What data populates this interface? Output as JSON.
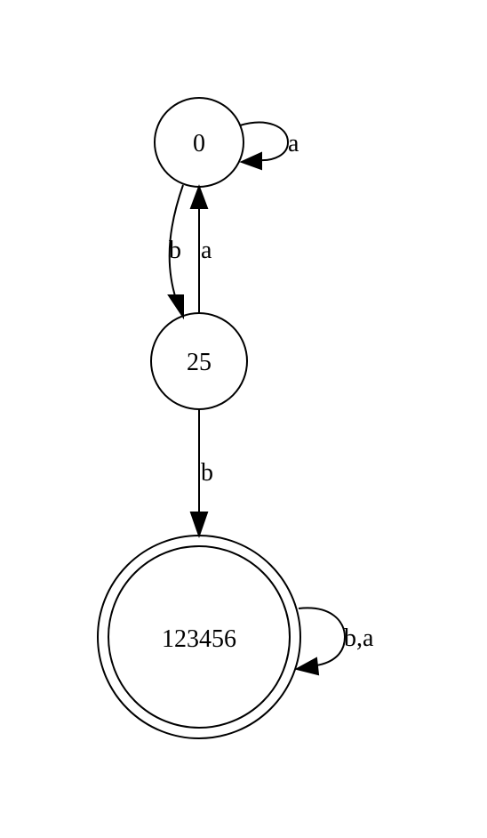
{
  "diagram": {
    "type": "finite-automaton",
    "nodes": [
      {
        "id": "n0",
        "label": "0",
        "accepting": false
      },
      {
        "id": "n25",
        "label": "25",
        "accepting": false
      },
      {
        "id": "n123456",
        "label": "123456",
        "accepting": true
      }
    ],
    "edges": [
      {
        "from": "n0",
        "to": "n0",
        "label": "a"
      },
      {
        "from": "n0",
        "to": "n25",
        "label": "b"
      },
      {
        "from": "n25",
        "to": "n0",
        "label": "a"
      },
      {
        "from": "n25",
        "to": "n123456",
        "label": "b"
      },
      {
        "from": "n123456",
        "to": "n123456",
        "label": "b,a"
      }
    ]
  }
}
